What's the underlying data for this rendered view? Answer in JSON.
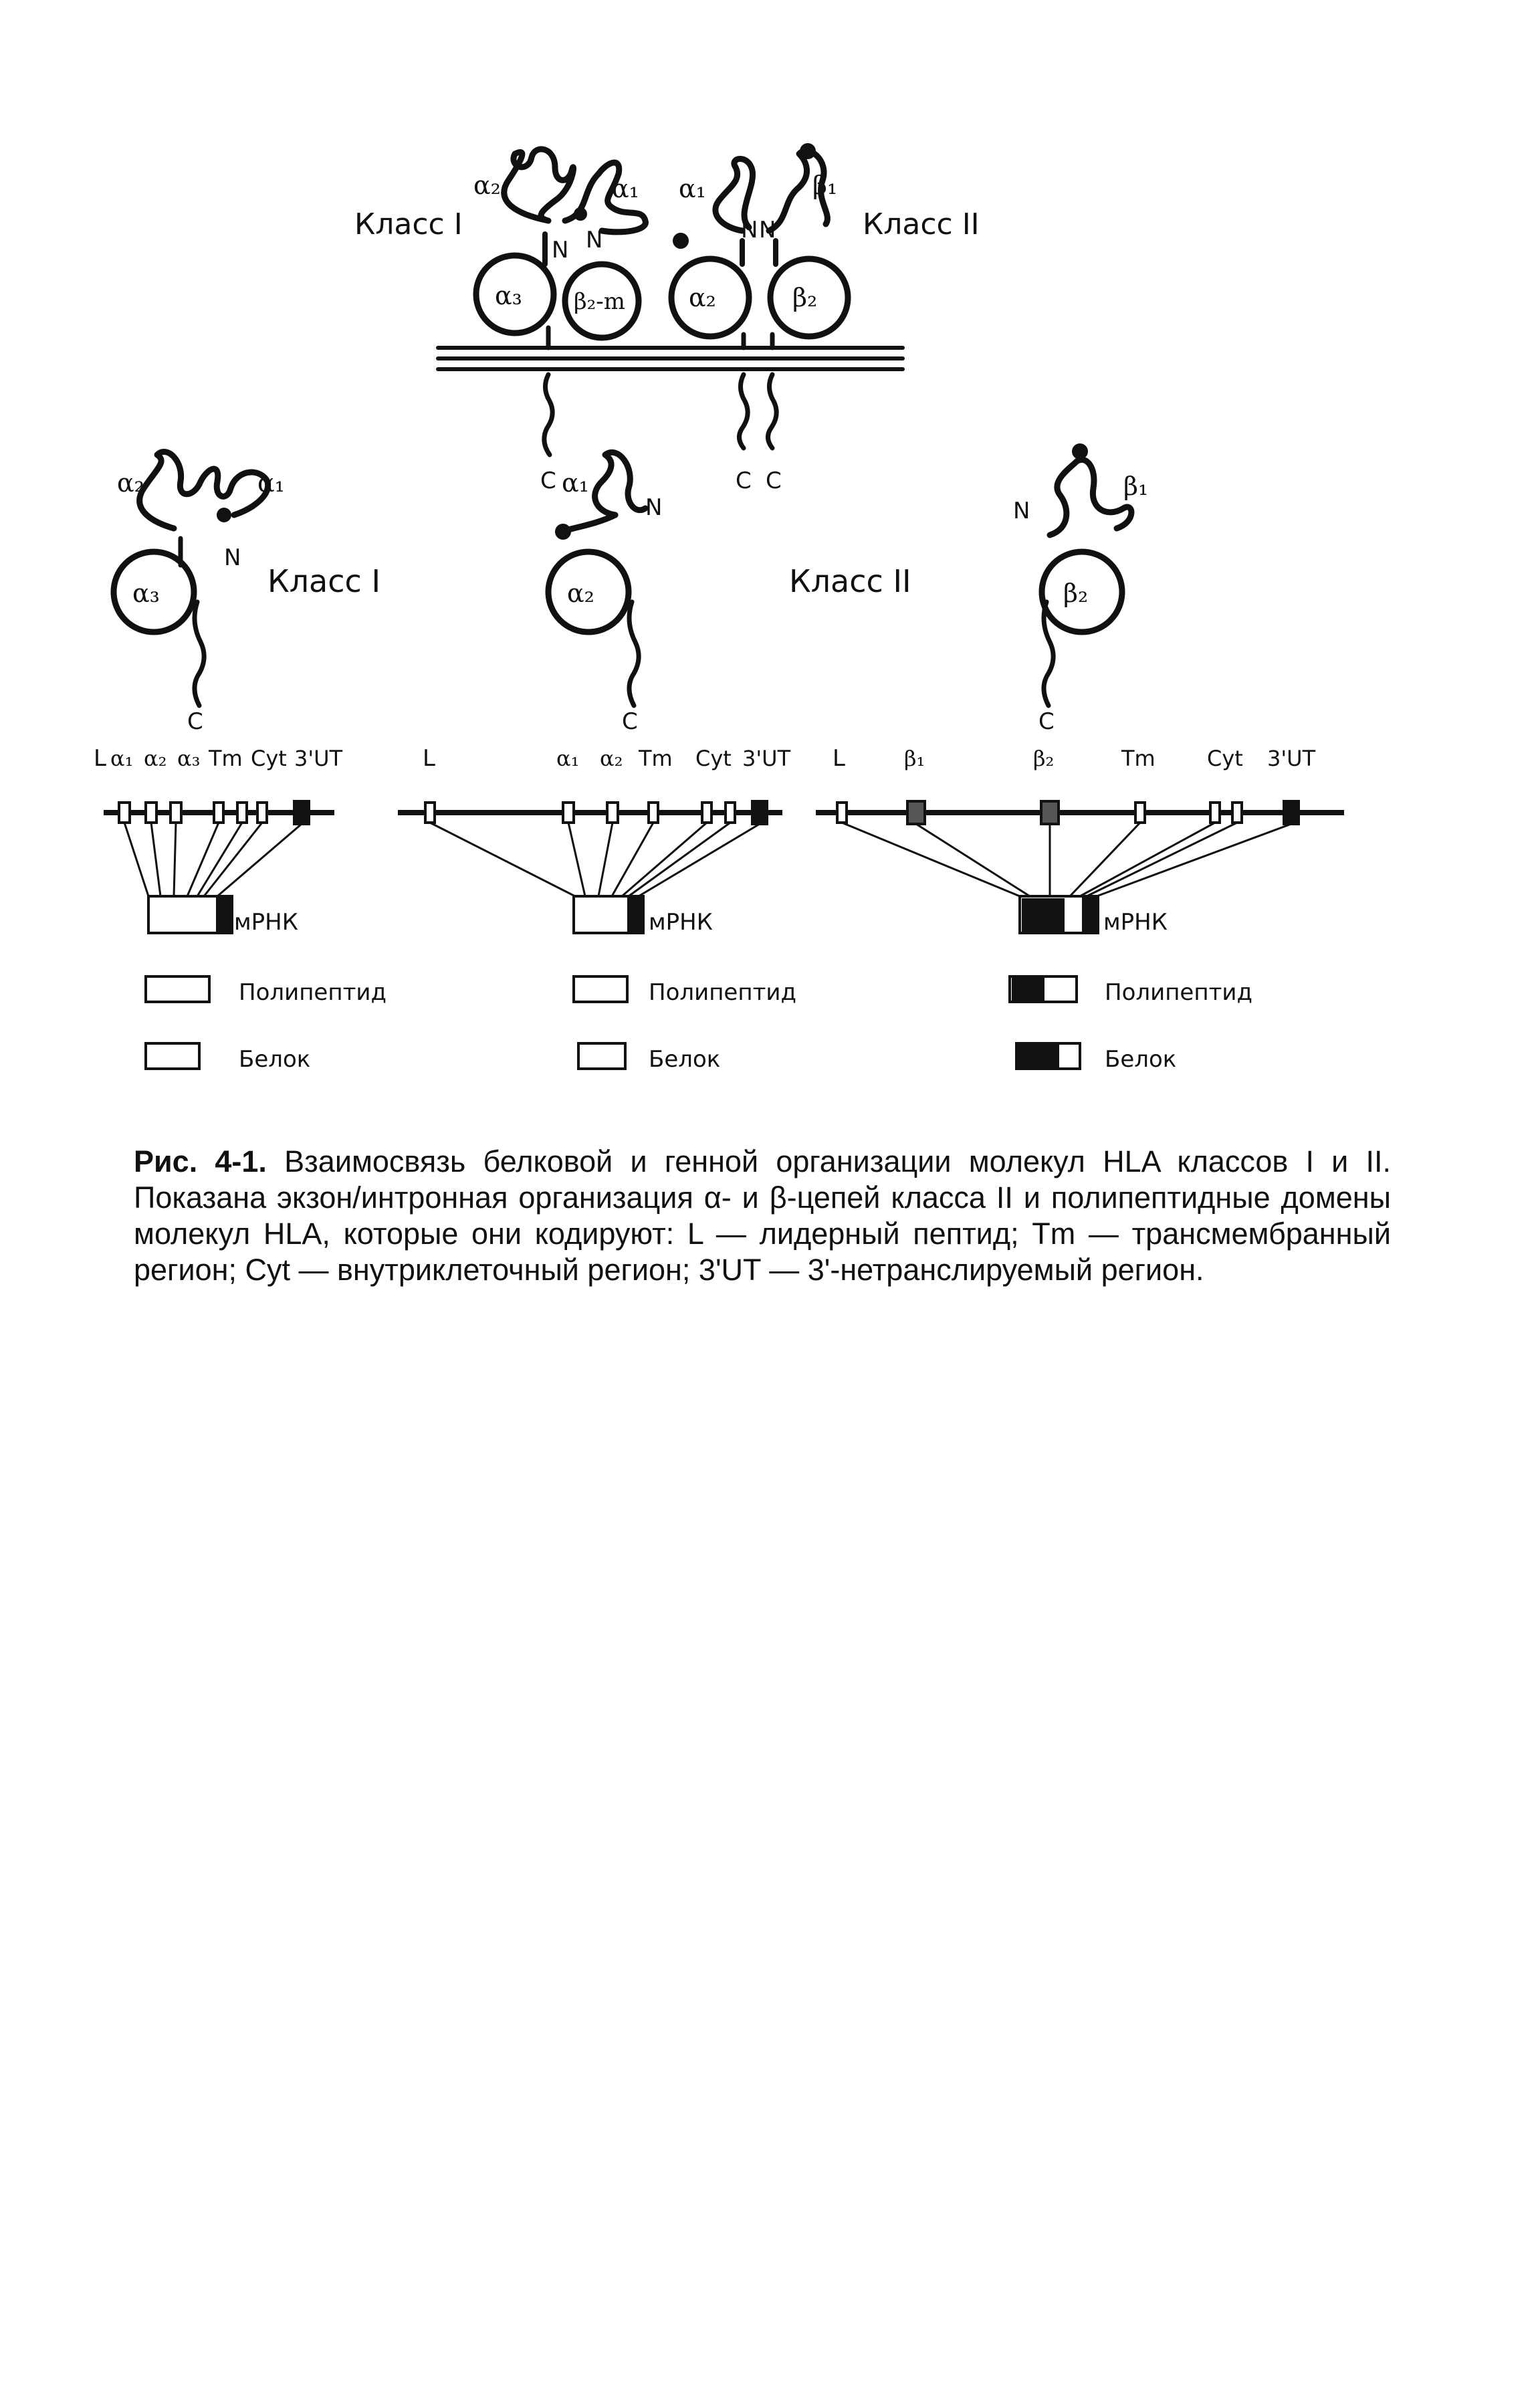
{
  "figure": {
    "top": {
      "class1_label": "Класс I",
      "class2_label": "Класс II",
      "a1": "α₁",
      "a2": "α₂",
      "a3": "α₃",
      "b1": "β₁",
      "b2": "β₂",
      "b2m": "β₂-m",
      "N": "N",
      "C": "C"
    },
    "panels": [
      {
        "class_label": "Класс I",
        "exons": [
          "L",
          "α₁",
          "α₂",
          "α₃",
          "Tm",
          "Cyt",
          "3'UT"
        ],
        "mrna": "мРНК",
        "polypeptide": "Полипептид",
        "protein": "Белок"
      },
      {
        "class_label": "Класс II",
        "exons": [
          "L",
          "α₁",
          "α₂",
          "Tm",
          "Cyt",
          "3'UT"
        ],
        "mrna": "мРНК",
        "polypeptide": "Полипептид",
        "protein": "Белок"
      },
      {
        "exons": [
          "L",
          "β₁",
          "β₂",
          "Tm",
          "Cyt",
          "3'UT"
        ],
        "mrna": "мРНК",
        "polypeptide": "Полипептид",
        "protein": "Белок"
      }
    ]
  },
  "caption": {
    "prefix": "Рис. 4-1.",
    "text": "Взаимосвязь белковой и генной организации молекул HLA классов I и II. Показана экзон/интронная организация α- и β-цепей класса II и полипептидные домены молекул HLA, которые они кодируют: L — лидерный пептид; Tm — трансмембранный регион; Cyt — внутриклеточный регион; 3'UT — 3'-нетранслируемый регион."
  }
}
